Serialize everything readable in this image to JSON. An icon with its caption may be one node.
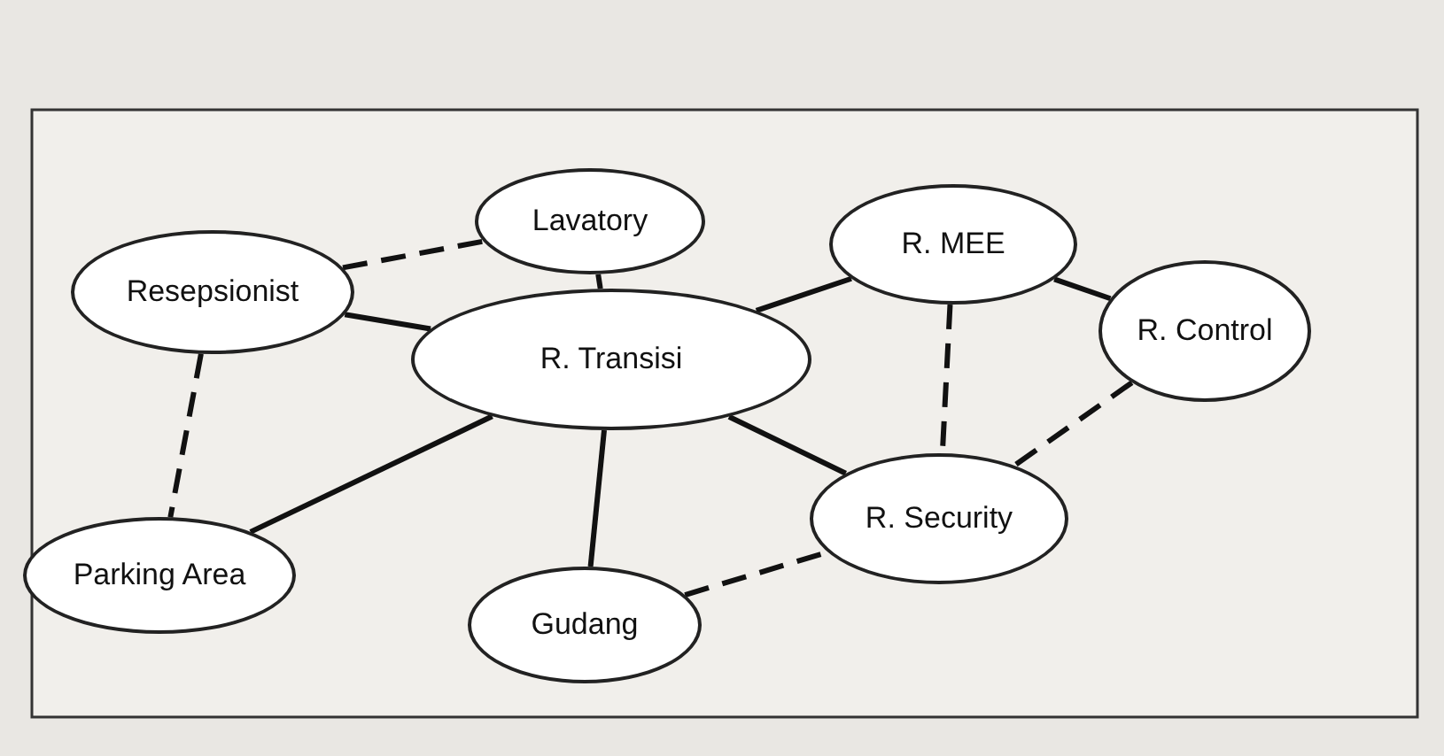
{
  "diagram": {
    "nodes": [
      {
        "text": [
          "Lavatory"
        ]
      },
      {
        "text": [
          "R. MEE"
        ]
      },
      {
        "text": [
          "Resepsionist"
        ]
      },
      {
        "text": [
          "R. Control"
        ]
      },
      {
        "text": [
          "R. Transisi"
        ]
      },
      {
        "text": [
          "Parking Area"
        ]
      },
      {
        "text": [
          "R. Security"
        ]
      },
      {
        "text": [
          "Gudang"
        ]
      }
    ],
    "edges": [
      {
        "from": 2,
        "to": 0,
        "arrow": "none",
        "style": "dashed"
      },
      {
        "from": 0,
        "to": 4,
        "arrow": "none"
      },
      {
        "from": 2,
        "to": 4,
        "arrow": "none"
      },
      {
        "from": 2,
        "to": 5,
        "arrow": "none",
        "style": "dashed"
      },
      {
        "from": 4,
        "to": 5,
        "arrow": "none"
      },
      {
        "from": 4,
        "to": 1,
        "arrow": "none"
      },
      {
        "from": 1,
        "to": 3,
        "arrow": "none"
      },
      {
        "from": 1,
        "to": 6,
        "arrow": "none",
        "style": "dashed"
      },
      {
        "from": 3,
        "to": 6,
        "arrow": "none",
        "style": "dashed"
      },
      {
        "from": 4,
        "to": 6,
        "arrow": "none"
      },
      {
        "from": 4,
        "to": 7,
        "arrow": "none"
      },
      {
        "from": 7,
        "to": 6,
        "arrow": "none",
        "style": "dashed"
      }
    ]
  }
}
